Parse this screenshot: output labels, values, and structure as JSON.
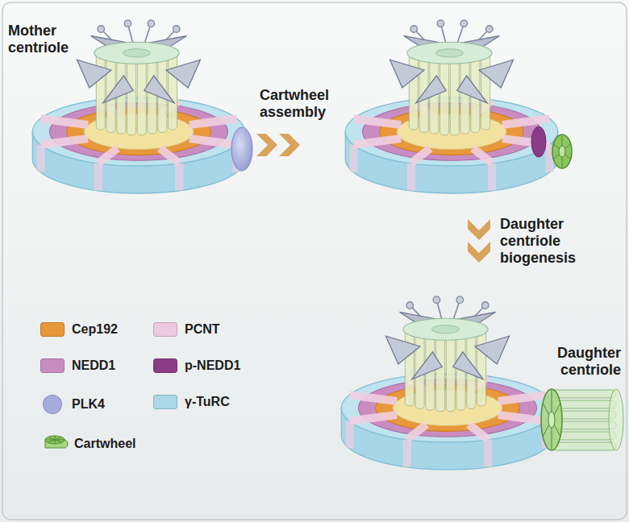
{
  "diagram": {
    "labels": [
      "Mother centriole",
      "Cartwheel assembly",
      "Daughter centriole biogenesis",
      "Daughter centriole"
    ],
    "legend": [
      {
        "text": "Cep192",
        "color": "#e8973a"
      },
      {
        "text": "PCNT",
        "color": "#ecc9de"
      },
      {
        "text": "NEDD1",
        "color": "#c98cc1"
      },
      {
        "text": "p-NEDD1",
        "color": "#8a3d86"
      },
      {
        "text": "PLK4",
        "color": "#a4acdc"
      },
      {
        "text": "γ-TuRC",
        "color": "#a9d8e8"
      },
      {
        "text": "Cartwheel"
      }
    ]
  }
}
